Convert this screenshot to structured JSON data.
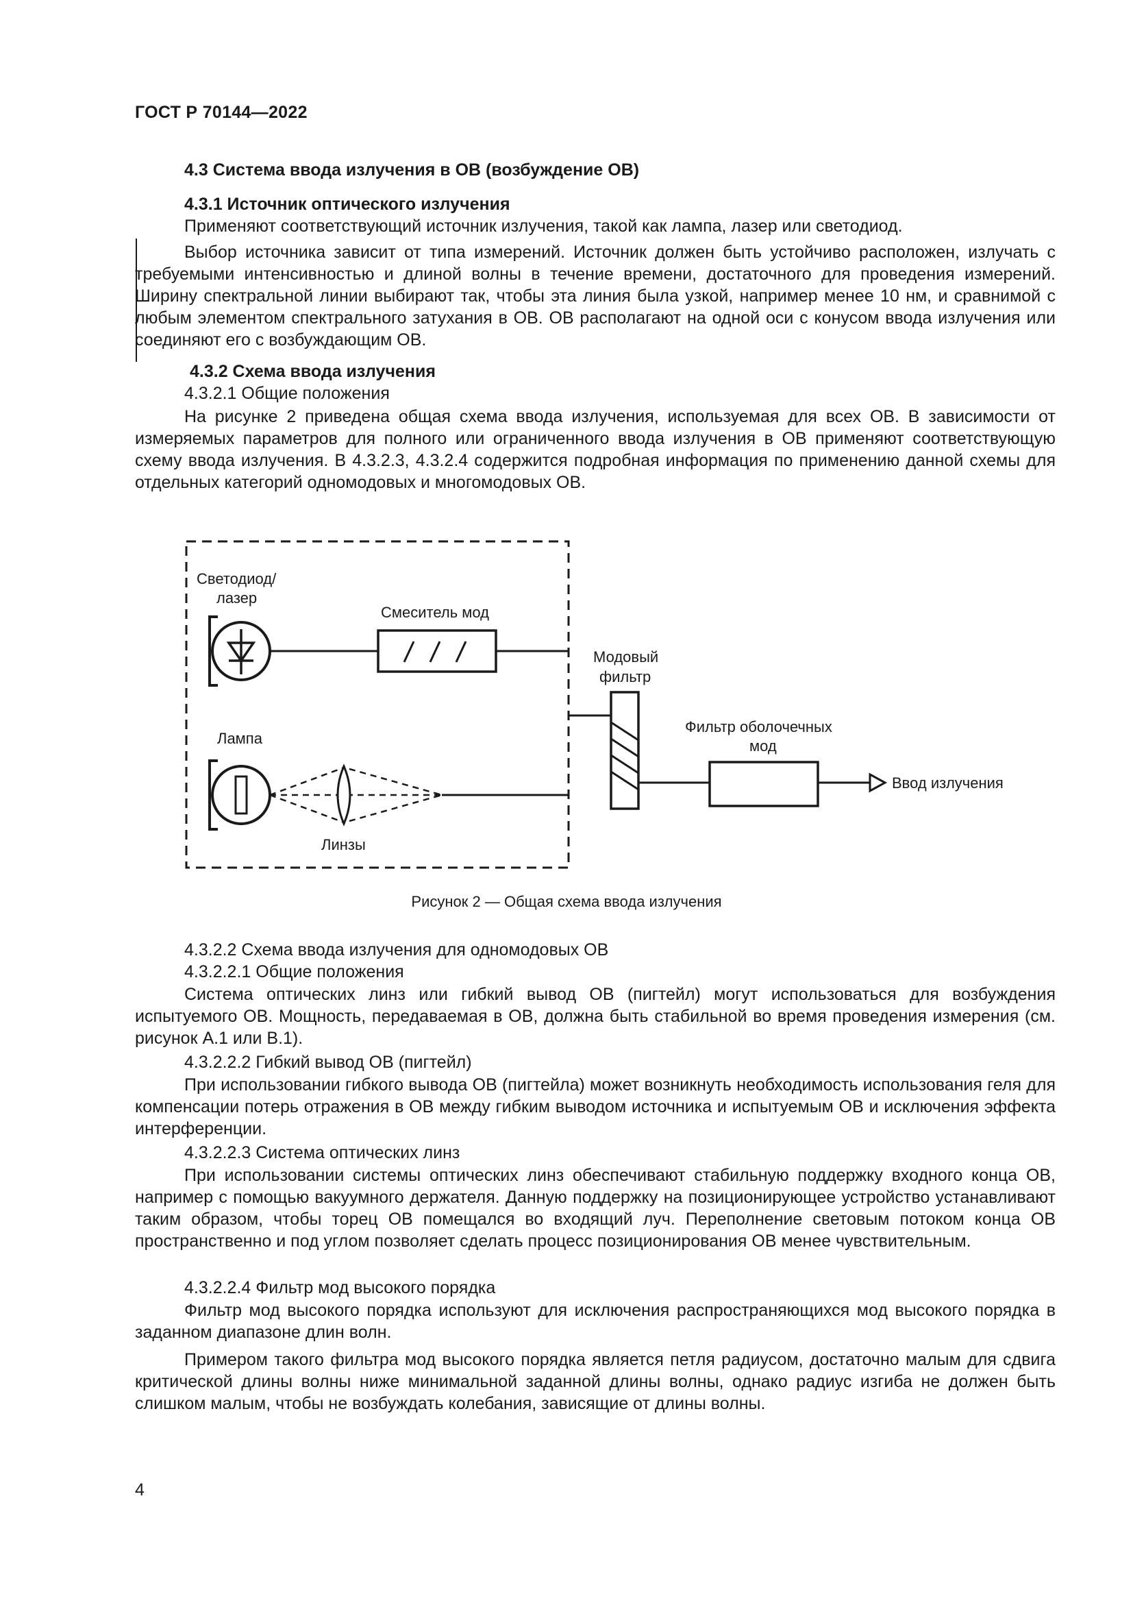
{
  "header": "ГОСТ Р 70144—2022",
  "section": "4.3  Система ввода излучения в ОВ (возбуждение ОВ)",
  "s431": {
    "title": "4.3.1  Источник оптического излучения",
    "p1": "Применяют соответствующий источник излучения, такой как лампа, лазер или светодиод.",
    "p2": "Выбор источника зависит от типа измерений. Источник должен быть устойчиво расположен, излучать с требуемыми интенсивностью и длиной волны в течение времени, достаточного для проведения измерений. Ширину спектральной линии выбирают так, чтобы эта линия была узкой, например менее 10 нм, и сравнимой с любым элементом спектрального затухания в ОВ. ОВ располагают на одной оси с конусом ввода излучения или соединяют его с возбуждающим ОВ."
  },
  "s432": {
    "title": "4.3.2  Схема ввода излучения",
    "sub1": "4.3.2.1  Общие положения",
    "p1": "На рисунке 2 приведена общая схема ввода излучения, используемая для всех ОВ. В зависимости от измеряемых параметров для полного или ограниченного ввода излучения в ОВ применяют соответствующую схему ввода излучения. В 4.3.2.3, 4.3.2.4 содержится подробная информация по применению данной схемы для отдельных категорий одномодовых и многомодовых ОВ."
  },
  "figure": {
    "label_led_1": "Светодиод/",
    "label_led_2": "лазер",
    "label_mixer": "Смеситель мод",
    "label_lamp": "Лампа",
    "label_lenses": "Линзы",
    "label_modefilter_1": "Модовый",
    "label_modefilter_2": "фильтр",
    "label_cladding_1": "Фильтр оболочечных",
    "label_cladding_2": "мод",
    "label_output": "Ввод излучения",
    "caption": "Рисунок 2 — Общая схема ввода излучения"
  },
  "s4322": {
    "title": "4.3.2.2  Схема ввода излучения для одномодовых ОВ",
    "sub1": "4.3.2.2.1  Общие положения",
    "p1": "Система оптических линз или гибкий вывод ОВ (пигтейл) могут использоваться для возбуждения испытуемого ОВ. Мощность, передаваемая в ОВ, должна быть стабильной во время проведения измерения (см. рисунок А.1 или В.1).",
    "sub2": "4.3.2.2.2  Гибкий вывод ОВ (пигтейл)",
    "p2": "При использовании гибкого вывода ОВ (пигтейла) может возникнуть необходимость использования геля для компенсации потерь отражения в ОВ между гибким выводом источника и испытуемым ОВ и исключения эффекта интерференции.",
    "sub3": "4.3.2.2.3  Система оптических линз",
    "p3": "При использовании системы оптических линз обеспечивают стабильную поддержку входного конца ОВ, например с помощью вакуумного держателя. Данную поддержку на позиционирующее устройство устанавливают таким образом, чтобы торец ОВ помещался во входящий луч. Переполнение световым потоком конца ОВ пространственно и под углом позволяет сделать процесс позиционирования ОВ менее чувствительным.",
    "sub4": "4.3.2.2.4  Фильтр мод высокого порядка",
    "p4": "Фильтр мод высокого порядка используют для исключения распространяющихся мод высокого порядка в заданном диапазоне длин волн.",
    "p5": "Примером такого фильтра мод высокого порядка является петля радиусом, достаточно малым для сдвига критической длины волны ниже минимальной заданной длины волны, однако радиус изгиба не должен быть слишком малым, чтобы не возбуждать колебания, зависящие от длины волны."
  },
  "page_number": "4"
}
